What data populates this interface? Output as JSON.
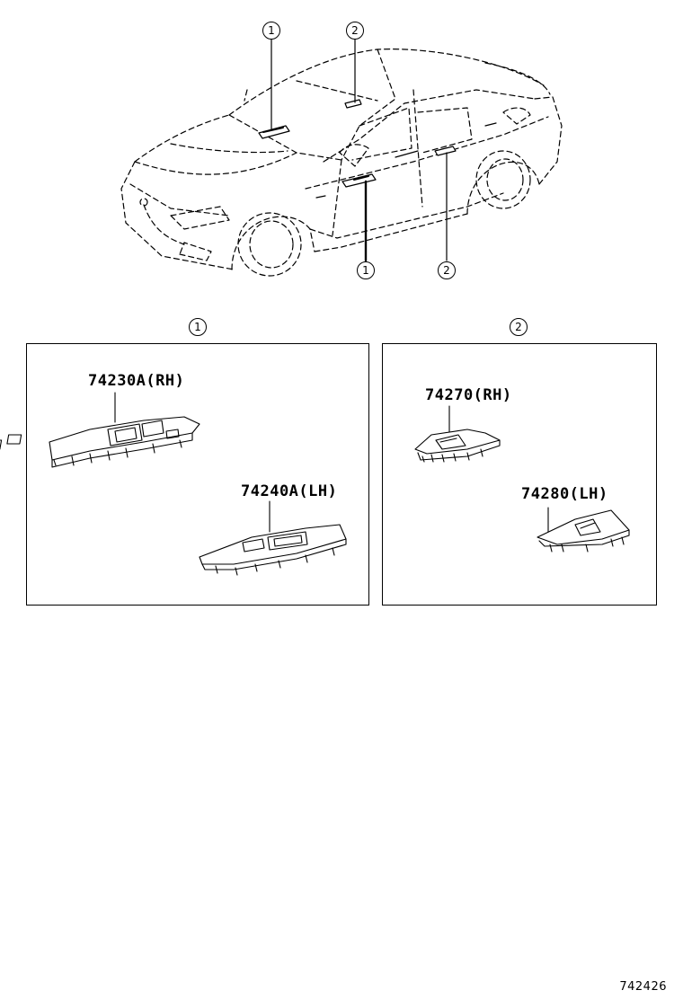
{
  "callouts": {
    "top_left": "1",
    "top_right": "2",
    "bottom_left": "1",
    "bottom_right": "2",
    "panel_left": "1",
    "panel_right": "2"
  },
  "parts": {
    "p1": "74230A(RH)",
    "p2": "74240A(LH)",
    "p3": "74270(RH)",
    "p4": "74280(LH)"
  },
  "figure_number": "742426"
}
